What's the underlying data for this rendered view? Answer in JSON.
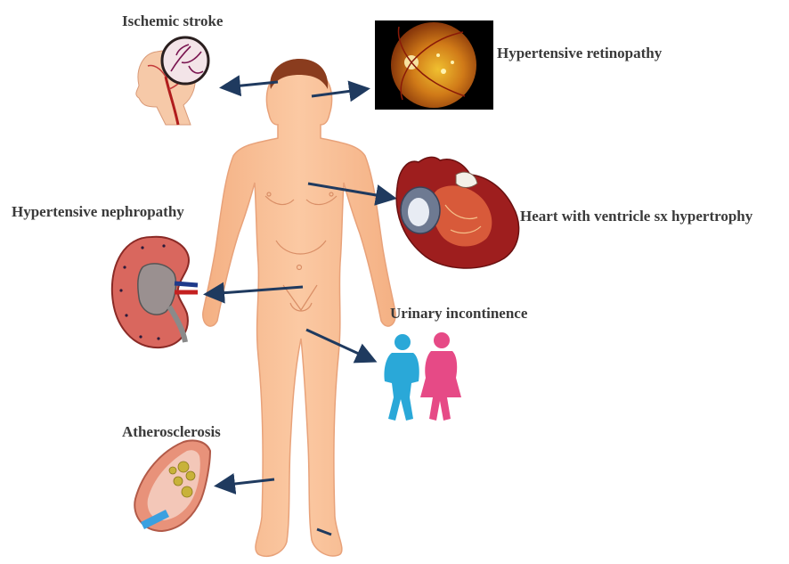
{
  "labels": {
    "ischemic_stroke": "Ischemic stroke",
    "retinopathy": "Hypertensive retinopathy",
    "nephropathy": "Hypertensive nephropathy",
    "heart": "Heart with ventricle sx hypertrophy",
    "incontinence": "Urinary incontinence",
    "atherosclerosis": "Atherosclerosis"
  },
  "colors": {
    "skin": "#f7be94",
    "skin_outline": "#e8a27a",
    "hair": "#8a3c1e",
    "arrow": "#1f3a5f",
    "kidney": "#d45a5a",
    "heart": "#b02a2a",
    "male_figure": "#2aa8d8",
    "female_figure": "#e64a86",
    "retina": "#c8701a"
  }
}
